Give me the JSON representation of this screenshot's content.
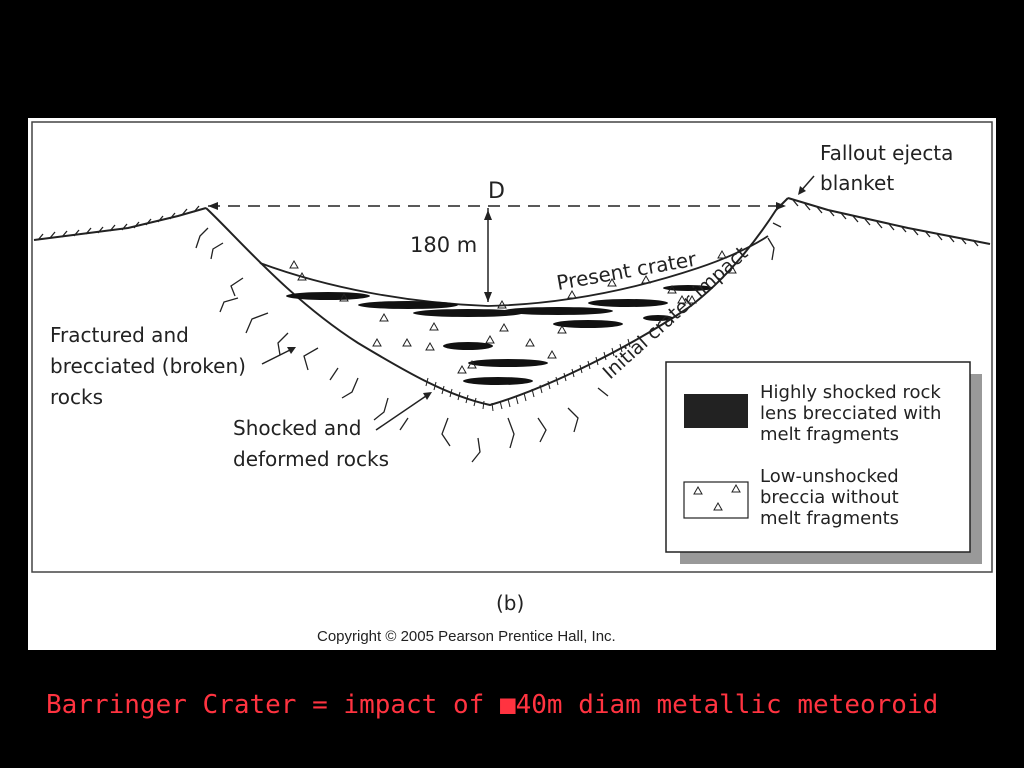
{
  "diagram": {
    "diameter_label": "D",
    "depth_label": "180 m",
    "present_crater_label": "Present crater",
    "initial_impact_label": "Initial crater impact",
    "fallout_label": [
      "Fallout ejecta",
      "blanket"
    ],
    "fractured_label": [
      "Fractured and",
      "brecciated (broken)",
      "rocks"
    ],
    "shocked_label": [
      "Shocked and",
      "deformed rocks"
    ],
    "legend": {
      "item1": [
        "Highly shocked rock",
        "lens brecciated with",
        "melt fragments"
      ],
      "item2": [
        "Low-unshocked",
        "breccia without",
        "melt fragments"
      ]
    },
    "subfigure_label": "(b)",
    "copyright": "Copyright © 2005 Pearson Prentice Hall, Inc."
  },
  "caption": "Barringer Crater = impact of ■40m diam metallic meteoroid",
  "colors": {
    "caption": "#ff3340",
    "ink": "#222222"
  }
}
